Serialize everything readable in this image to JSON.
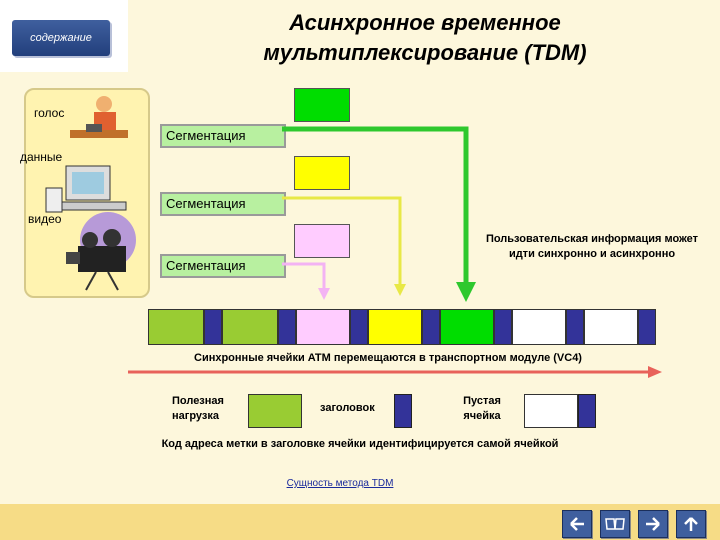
{
  "toc_button": {
    "label": "содержание"
  },
  "title": {
    "line1": "Асинхронное временное",
    "line2": "мультиплексирование (TDM)"
  },
  "sources": {
    "voice": "голос",
    "data": "данные",
    "video": "видео"
  },
  "segmentation": [
    "Сегментация",
    "Сегментация",
    "Сегментация"
  ],
  "info_text": "Пользовательская информация может идти синхронно и асинхронно",
  "caption_cells": "Синхронные ячейки ATM перемещаются в транспортном модуле (VC4)",
  "legend": {
    "payload": "Полезная нагрузка",
    "header": "заголовок",
    "empty_cell": "Пустая ячейка"
  },
  "caption_address": "Код адреса метки в заголовке ячейки идентифицируется самой ячейкой",
  "bottom_link": "Сущность метода TDM",
  "colors": {
    "voice_cell": "#00dd00",
    "data_cell": "#ffff00",
    "video_cell": "#ffccff",
    "payload_cell": "#99cc33",
    "header_cell": "#333399",
    "empty_cell": "#ffffff",
    "arrow_green": "#2ec82e",
    "arrow_yellow": "#e8e846",
    "arrow_pink": "#f3b3f3",
    "transport_line": "#e8625a"
  },
  "nav": {
    "icons": [
      "arrow-left-icon",
      "book-icon",
      "arrow-right-icon",
      "arrow-up-icon"
    ]
  }
}
